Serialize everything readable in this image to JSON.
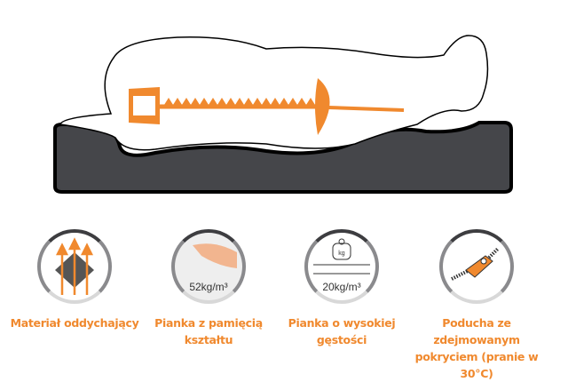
{
  "colors": {
    "accent": "#f0892e",
    "bed": "#45464a"
  },
  "features": [
    {
      "label_line1": "Materiał oddychający",
      "label_line2": "",
      "icon": "breathable-material-icon"
    },
    {
      "label_line1": "Pianka z pamięcią",
      "label_line2": "kształtu",
      "density": "52kg/m³",
      "icon": "memory-foam-hand-icon"
    },
    {
      "label_line1": "Pianka o wysokiej",
      "label_line2": "gęstości",
      "density": "20kg/m³",
      "weight_label": "kg",
      "icon": "weight-icon"
    },
    {
      "label_line1": "Poducha ze zdejmowanym",
      "label_line2": "pokryciem (pranie w 30°C)",
      "icon": "zipper-icon"
    }
  ]
}
